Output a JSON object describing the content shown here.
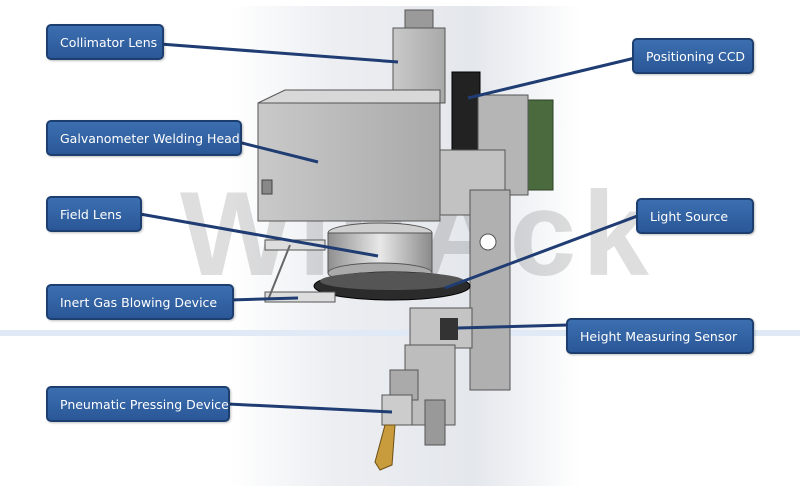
{
  "watermark": "WinAck",
  "colors": {
    "callout_fill": "#2e5c9d",
    "callout_border": "#1d3f70",
    "leader_line": "#1f3c73",
    "ccd_green": "#4b6b3f",
    "metal": "#bdbdbd"
  },
  "labels": {
    "collimator_lens": "Collimator Lens",
    "positioning_ccd": "Positioning CCD",
    "galvanometer_welding_head": "Galvanometer Welding Head",
    "field_lens": "Field Lens",
    "light_source": "Light Source",
    "inert_gas_blowing_device": "Inert Gas Blowing Device",
    "height_measuring_sensor": "Height Measuring Sensor",
    "pneumatic_pressing_device": "Pneumatic Pressing Device"
  }
}
